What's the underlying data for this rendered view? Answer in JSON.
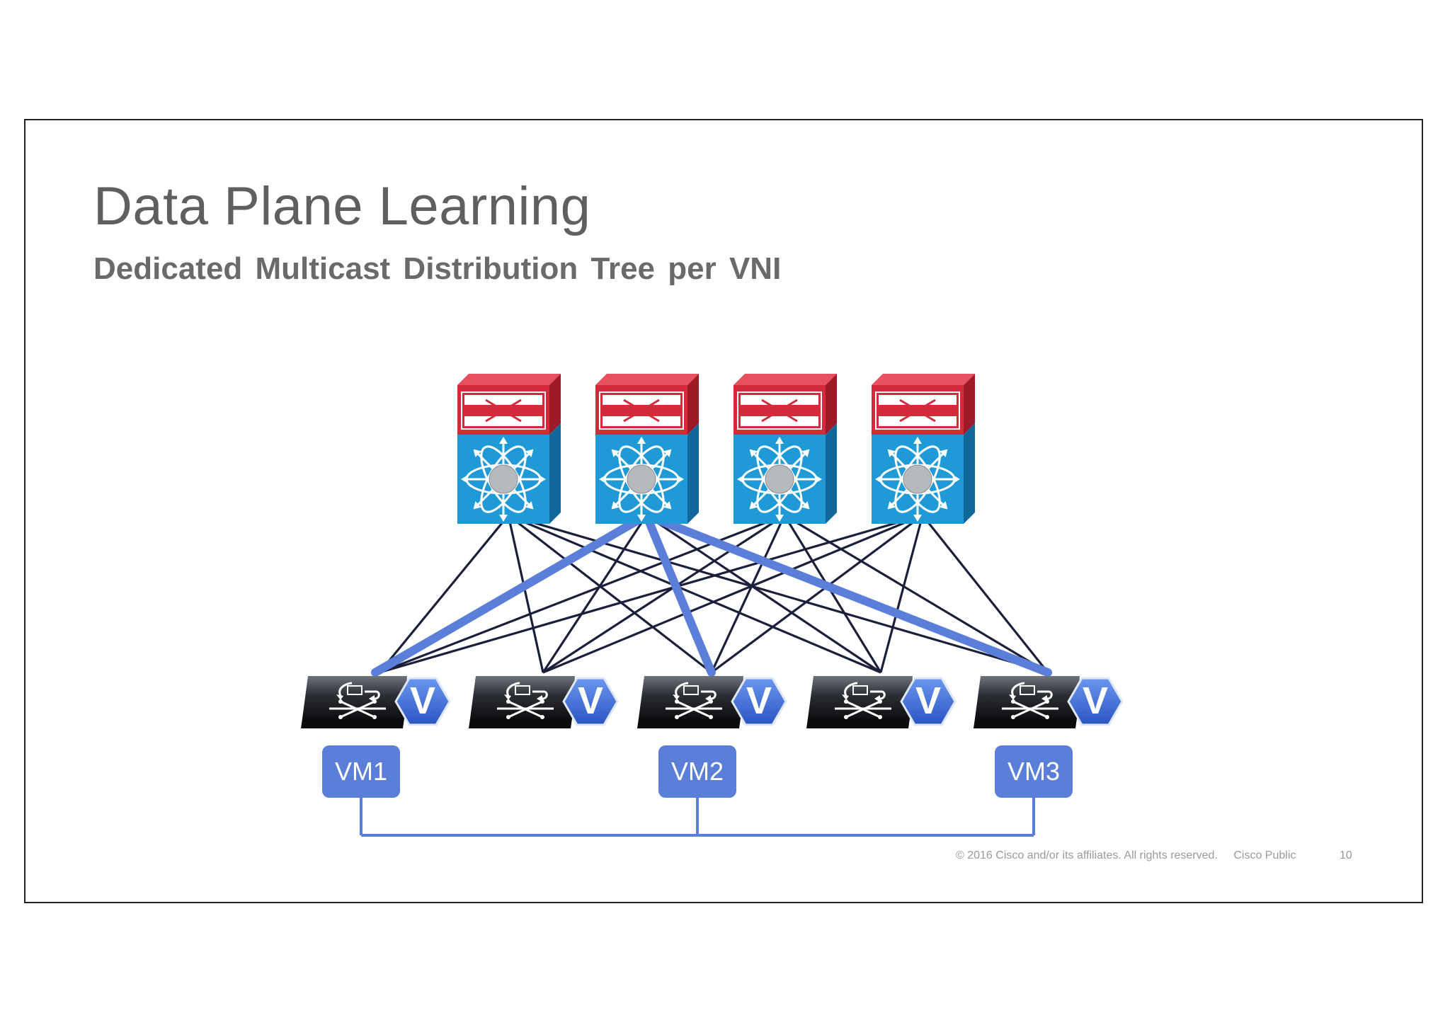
{
  "slide": {
    "title": "Data Plane Learning",
    "subtitle": "Dedicated Multicast Distribution Tree per VNI",
    "footer_copyright": "© 2016  Cisco and/or its affiliates. All rights reserved.",
    "footer_classification": "Cisco Public",
    "page_number": "10"
  },
  "diagram": {
    "spines": [
      {
        "id": "spine-1",
        "icon": "nexus-spine-switch-icon"
      },
      {
        "id": "spine-2",
        "icon": "nexus-spine-switch-icon"
      },
      {
        "id": "spine-3",
        "icon": "nexus-spine-switch-icon"
      },
      {
        "id": "spine-4",
        "icon": "nexus-spine-switch-icon"
      }
    ],
    "leaves": [
      {
        "id": "leaf-1",
        "icon": "vtep-leaf-switch-icon",
        "badge": "V"
      },
      {
        "id": "leaf-2",
        "icon": "vtep-leaf-switch-icon",
        "badge": "V"
      },
      {
        "id": "leaf-3",
        "icon": "vtep-leaf-switch-icon",
        "badge": "V"
      },
      {
        "id": "leaf-4",
        "icon": "vtep-leaf-switch-icon",
        "badge": "V"
      },
      {
        "id": "leaf-5",
        "icon": "vtep-leaf-switch-icon",
        "badge": "V"
      }
    ],
    "vms": [
      {
        "label": "VM1",
        "leaf": 0
      },
      {
        "label": "VM2",
        "leaf": 2
      },
      {
        "label": "VM3",
        "leaf": 4
      }
    ],
    "multicast_tree": {
      "root_spine": 1,
      "leaves": [
        0,
        2,
        4
      ]
    },
    "colors": {
      "spine_red": "#d42a3c",
      "spine_blue": "#1f9ad6",
      "link": "#1c1f3a",
      "tree": "#5b7fd8",
      "vm_fill": "#5b7fd8",
      "leaf_body": "#2a2d33",
      "badge": "#3b6fd8"
    }
  }
}
